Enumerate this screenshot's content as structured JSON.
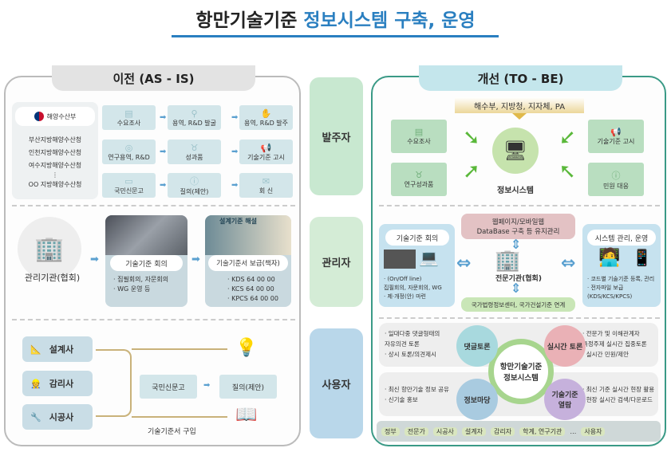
{
  "title": {
    "part1": "항만기술기준",
    "part2": "정보시스템 구축, 운영"
  },
  "roles": {
    "orderer": "발주자",
    "manager": "관리자",
    "user": "사용자"
  },
  "asis": {
    "header": "이전 (AS - IS)",
    "org": {
      "ministry": "해양수산부",
      "offices": [
        "부산지방해양수산청",
        "인천지방해양수산청",
        "여수지방해양수산청",
        "⋮",
        "OO 지방해양수산청"
      ]
    },
    "grid": [
      [
        "수요조사",
        "용역, R&D 발굴",
        "용역, R&D 발주"
      ],
      [
        "연구용역, R&D",
        "성과품",
        "기술기준 고시"
      ],
      [
        "국민신문고",
        "질의(제안)",
        "회 신"
      ]
    ],
    "manager": {
      "label": "관리기관(협회)",
      "meeting": {
        "title": "기술기준 회의",
        "items": [
          "· 집필회의, 자문회의",
          "· WG 운영 등"
        ]
      },
      "book": {
        "cover": "설계기준 해설",
        "title": "기술기준서 보급(책자)",
        "items": [
          "· KDS 64 00 00",
          "· KCS 64 00 00",
          "· KPCS 64 00 00"
        ]
      }
    },
    "users": {
      "types": [
        "설계사",
        "감리사",
        "시공사"
      ],
      "petition": "국민신문고",
      "inquiry": "질의(제안)",
      "purchase": "기술기준서 구입"
    }
  },
  "tobe": {
    "header": "개선 (TO - BE)",
    "sources": "해수부, 지방청, 지자체, PA",
    "left": [
      "수요조사",
      "연구성과품"
    ],
    "right": [
      "기술기준 고시",
      "민원 대응"
    ],
    "system": "정보시스템",
    "web": [
      "웹페이지/모바일웹",
      "DataBase 구축 등 유지관리"
    ],
    "link": "국가법령정보센터, 국가건설기준 연계",
    "center": "전문기관(협회)",
    "meeting": {
      "title": "기술기준 회의",
      "items": [
        "· (On/Off line)",
        "집필회의, 자문회의, WG",
        "· 제·개정(안) 마련"
      ]
    },
    "ops": {
      "title": "시스템 관리, 운영",
      "items": [
        "· 코드별 기술기준 등록, 관리",
        "· 전자파일 보급",
        "(KDS/KCS/KPCS)"
      ]
    },
    "hub": [
      "항만기술기준",
      "정보시스템"
    ],
    "features": {
      "comment": "댓글토론",
      "realtime": "실시간 토론",
      "info": "정보마당",
      "browse": [
        "기술기준",
        "열람"
      ]
    },
    "desc": {
      "tl": [
        "· 일대다중 댓글형태의",
        "자유의견 토론",
        "· 상시 토론/의견제시"
      ],
      "tr": [
        "· 전문가 및 이해관계자",
        "특정주제 실시간 집중토론",
        "· 실시간 민원/제안"
      ],
      "bl": [
        "· 최신 항만기술 정보 공유",
        "· 신기술 홍보"
      ],
      "br": [
        "· 최신 기준 실시간 현장 활용",
        "· 현장 실시간 검색/다운로드"
      ]
    },
    "userbar": [
      "정부",
      "전문가",
      "시공사",
      "설계자",
      "감리자",
      "학계, 연구기관",
      "…",
      "사용자"
    ]
  },
  "colors": {
    "accent": "#2a7fc0",
    "teal": "#3a9a86"
  }
}
